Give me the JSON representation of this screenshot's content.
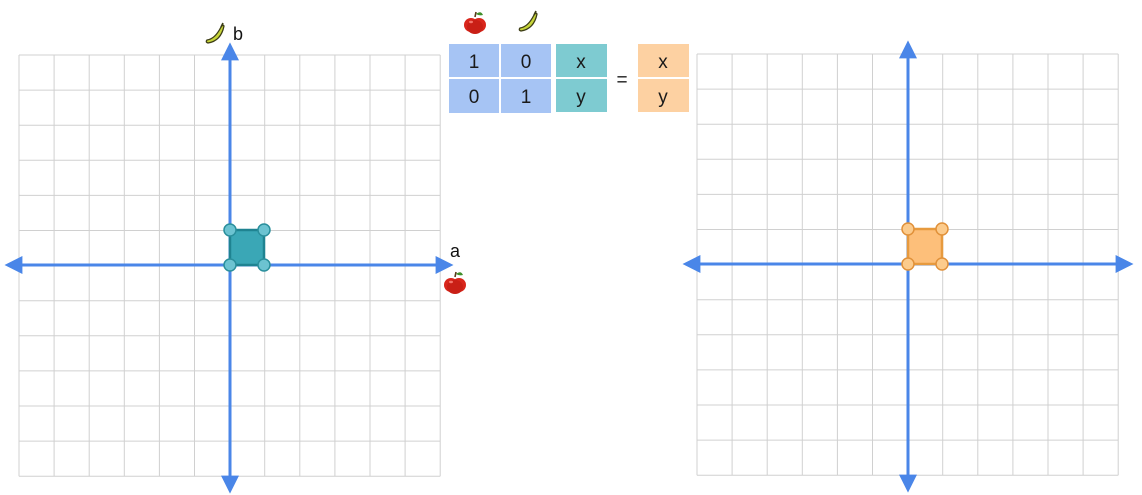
{
  "left_plot": {
    "x_axis_label": "a",
    "y_axis_label": "b",
    "x_axis_icon": "apple-icon",
    "y_axis_icon": "banana-icon",
    "shape_color": "#3aa7b6",
    "shape_stroke": "#1f8391",
    "point_color": "#6cc3d1"
  },
  "right_plot": {
    "shape_color": "#fdbf7a",
    "shape_stroke": "#e79a3e",
    "point_color": "#fccb8c"
  },
  "equation": {
    "column_icons": [
      "apple-icon",
      "banana-icon"
    ],
    "matrix": [
      [
        "1",
        "0"
      ],
      [
        "0",
        "1"
      ]
    ],
    "input_vector": [
      "x",
      "y"
    ],
    "equals": "=",
    "output_vector": [
      "x",
      "y"
    ],
    "matrix_color": "#a6c4f4",
    "input_color": "#7ecbd1",
    "output_color": "#fdd1a2"
  },
  "colors": {
    "axis": "#4a86e8",
    "grid": "#d0d0d0"
  }
}
